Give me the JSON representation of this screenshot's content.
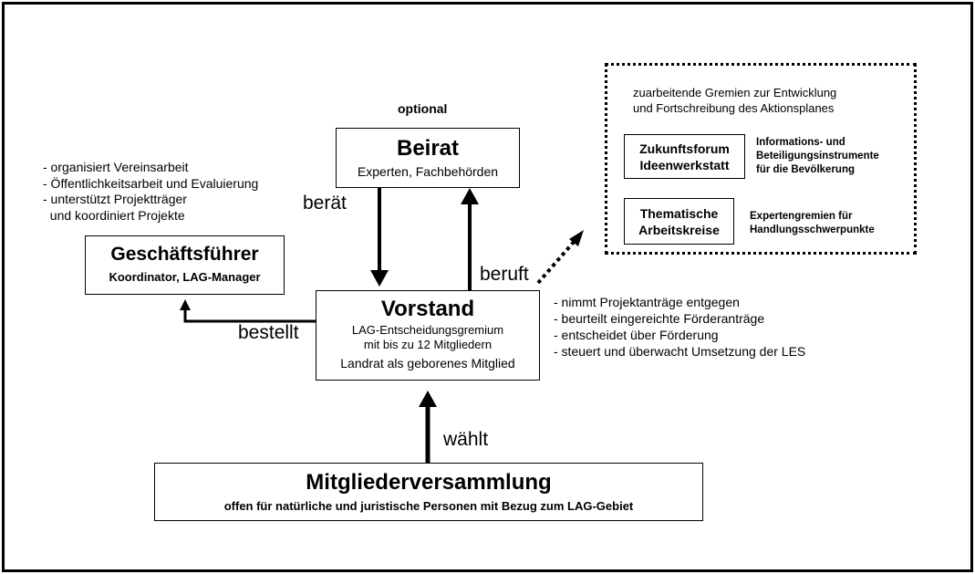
{
  "optional_label": "optional",
  "beirat": {
    "title": "Beirat",
    "subtitle": "Experten, Fachbehörden"
  },
  "geschaeftsfuehrer": {
    "title": "Geschäftsführer",
    "subtitle": "Koordinator, LAG-Manager",
    "tasks": [
      "- organisiert Vereinsarbeit",
      "- Öffentlichkeitsarbeit und Evaluierung",
      "- unterstützt Projektträger",
      "  und koordiniert Projekte"
    ]
  },
  "vorstand": {
    "title": "Vorstand",
    "line1": "LAG-Entscheidungsgremium",
    "line2": "mit bis zu 12 Mitgliedern",
    "line3": "Landrat als geborenes Mitglied",
    "tasks": [
      "- nimmt Projektanträge entgegen",
      "- beurteilt eingereichte Förderanträge",
      "- entscheidet über Förderung",
      "- steuert und überwacht Umsetzung der LES"
    ]
  },
  "mitgliederversammlung": {
    "title": "Mitgliederversammlung",
    "subtitle": "offen für natürliche und juristische Personen mit Bezug zum LAG-Gebiet"
  },
  "arrows": {
    "beraet": "berät",
    "beruft": "beruft",
    "bestellt": "bestellt",
    "waehlt": "wählt"
  },
  "gremien": {
    "intro_line1": "zuarbeitende Gremien zur Entwicklung",
    "intro_line2": "und Fortschreibung des Aktionsplanes",
    "zukunft_line1": "Zukunftsforum",
    "zukunft_line2": "Ideenwerkstatt",
    "zukunft_desc": [
      "Informations- und",
      "Beteiligungsinstrumente",
      "für die Bevölkerung"
    ],
    "thema_line1": "Thematische",
    "thema_line2": "Arbeitskreise",
    "thema_desc": [
      "Expertengremien für",
      "Handlungsschwerpunkte"
    ]
  }
}
